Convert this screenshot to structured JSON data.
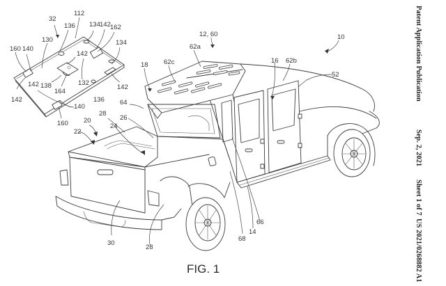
{
  "header": {
    "title": "Patent Application Publication",
    "date": "Sep. 2, 2021",
    "sheet": "Sheet 1 of 7",
    "number": "US 2021/0268882 A1"
  },
  "figure": {
    "caption": "FIG. 1"
  },
  "labels": {
    "panel_32": "32",
    "panel_112": "112",
    "panel_136a": "136",
    "panel_134a": "134",
    "panel_142a": "142",
    "panel_162": "162",
    "panel_130": "130",
    "panel_134b": "134",
    "panel_160a": "160",
    "panel_140a": "140",
    "panel_142b": "142",
    "panel_138": "138",
    "panel_164": "164",
    "panel_132": "132",
    "panel_142c": "142",
    "panel_142d": "142",
    "panel_142e": "142",
    "panel_136b": "136",
    "panel_140b": "140",
    "panel_160b": "160",
    "vehicle_10": "10",
    "roof_12_60": "12, 60",
    "roof_62a": "62a",
    "roof_62c": "62c",
    "roof_62b": "62b",
    "cab_16": "16",
    "cab_18": "18",
    "hood_52": "52",
    "cab_64": "64",
    "bed_26": "26",
    "bed_28a": "28",
    "bed_20": "20",
    "bed_22": "22",
    "bed_24": "24",
    "tailgate_30": "30",
    "bed_28b": "28",
    "body_68": "68",
    "body_14": "14",
    "body_66": "66"
  }
}
